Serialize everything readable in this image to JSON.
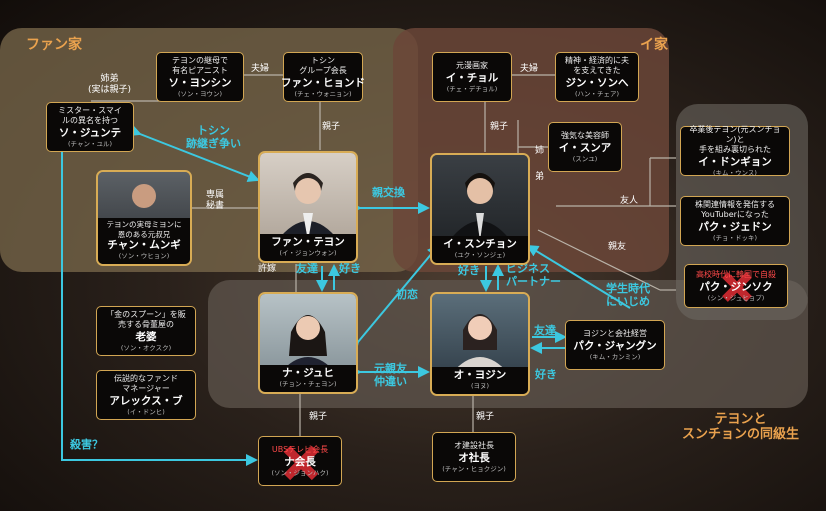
{
  "groups": {
    "fan": "ファン家",
    "i": "イ家",
    "classmates": "テヨンと\nスンチョンの同級生"
  },
  "people": {
    "youngshin": {
      "desc": "テヨンの継母で\n有名ピアニスト",
      "name": "ソ・ヨンシン",
      "reading": "(ソン・ヨウン)"
    },
    "hyeondo": {
      "desc": "トシン\nグループ会長",
      "name": "ファン・ヒョンド",
      "reading": "(チェ・ウォニョン)"
    },
    "junte": {
      "desc": "ミスター・スマイ\nルの異名を持つ",
      "name": "ソ・ジュンテ",
      "reading": "(チャン・ユル)"
    },
    "mungi": {
      "desc": "テヨンの実母ミヨンに\n恩のある元叔兄",
      "name": "チャン・ムンギ",
      "reading": "(ソン・ウヒョン)"
    },
    "teyon": {
      "name": "ファン・テヨン",
      "reading": "(イ・ジョンウォン)"
    },
    "chol": {
      "desc": "元漫画家",
      "name": "イ・チョル",
      "reading": "(チェ・デチョル)"
    },
    "sonhe": {
      "desc": "精神・経済的に夫\nを支えてきた",
      "name": "ジン・ソンへ",
      "reading": "(ハン・チェア)"
    },
    "suna": {
      "desc": "強気な美容師",
      "name": "イ・スンア",
      "reading": "(スンユ)"
    },
    "sunchon": {
      "name": "イ・スンチョン",
      "reading": "(ユク・ソンジェ)"
    },
    "dongyon": {
      "desc": "卒業後テヨン(元スンチョン)と\n手を組み裏切られた",
      "name": "イ・ドンギョン",
      "reading": "(キム・ウンス)"
    },
    "jedon": {
      "desc": "株関連情報を発信する\nYouTuberになった",
      "name": "パク・ジェドン",
      "reading": "(チョ・ドッキ)"
    },
    "jinsok": {
      "desc": "高校時代に韓国で自殺",
      "name": "パク・ジンソク",
      "reading": "(シン・ジュヒョプ)"
    },
    "roba": {
      "desc": "「金のスプーン」を販\n売する骨董屋の",
      "name": "老婆",
      "reading": "(ソン・オクスク)"
    },
    "alex": {
      "desc": "伝説的なファンド\nマネージャー",
      "name": "アレックス・ブ",
      "reading": "(イ・ドンヒ)"
    },
    "juhi": {
      "name": "ナ・ジュヒ",
      "reading": "(チョン・チェヨン)"
    },
    "yojin": {
      "name": "オ・ヨジン",
      "reading": "(ヨヌ)"
    },
    "jangun": {
      "desc": "ヨジンと会社経営",
      "name": "パク・ジャングン",
      "reading": "(キム・カンミン)"
    },
    "nachairman": {
      "desc": "UBSテレビ会長",
      "name": "ナ会長",
      "reading": "(ソン・ジョンハク)"
    },
    "ochairman": {
      "desc": "オ建設社長",
      "name": "オ社長",
      "reading": "(チャン・ヒョクジン)"
    }
  },
  "relations": {
    "fufu1": "夫婦",
    "fufu2": "夫婦",
    "sister_brother": "姉弟\n(実は親子)",
    "oyako1": "親子",
    "oyako2": "親子",
    "ane": "姉",
    "otouto": "弟",
    "senzoku": "専属\n秘書",
    "iinazuke": "許嫁",
    "yujin": "友人",
    "shinyu": "親友",
    "oyako3": "親子",
    "oyako4": "親子"
  },
  "conflict": {
    "toshin": "トシン\n跡継ぎ争い",
    "shinkokan": "親交換",
    "tomodachi1": "友達",
    "suki1": "好き",
    "suki2": "好き",
    "business": "ビジネス\nパートナー",
    "shokoi": "初恋",
    "gakusei": "学生時代\nにいじめ",
    "moto": "元親友\n仲違い",
    "tomodachi2": "友達",
    "suki3": "好き",
    "satsugai": "殺害？"
  },
  "colors": {
    "accent_line": "#3cc8e0",
    "box_border": "#d2a653",
    "group_label": "#eaa24e",
    "dead_mark": "#c0272d"
  }
}
